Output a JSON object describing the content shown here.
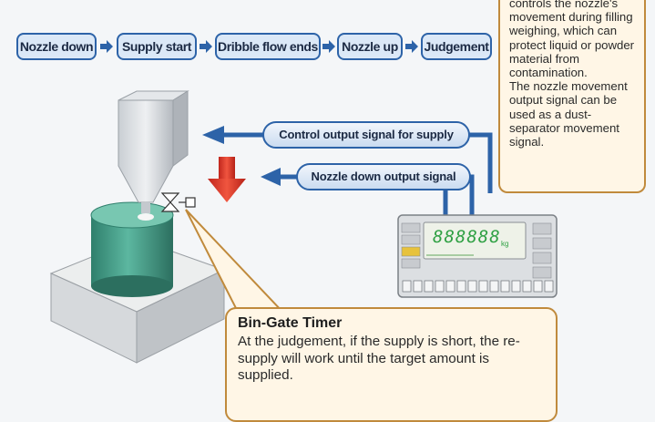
{
  "flow": {
    "steps": [
      "Nozzle down",
      "Supply start",
      "Dribble flow ends",
      "Nozzle up",
      "Judgement"
    ]
  },
  "note": {
    "text1": "controls the nozzle's movement during filling weighing, which can protect liquid or powder material from contamination.",
    "text2": "The nozzle movement output signal can be used as a dust-separator movement signal."
  },
  "signals": {
    "supply": "Control output signal for supply",
    "nozzle_down": "Nozzle down output signal"
  },
  "indicator": {
    "readout": "888888",
    "unit": "kg"
  },
  "timer": {
    "title": "Bin-Gate Timer",
    "body": "At the judgement, if the supply is short, the re-supply will work until the target amount is supplied."
  },
  "colors": {
    "line_blue": "#2d63a8",
    "box_fill": "#dbe8f7",
    "note_fill": "#fff6e6",
    "note_border": "#c08a3c",
    "red_arrow": "#e23a2c",
    "container": "#3f9b86"
  }
}
